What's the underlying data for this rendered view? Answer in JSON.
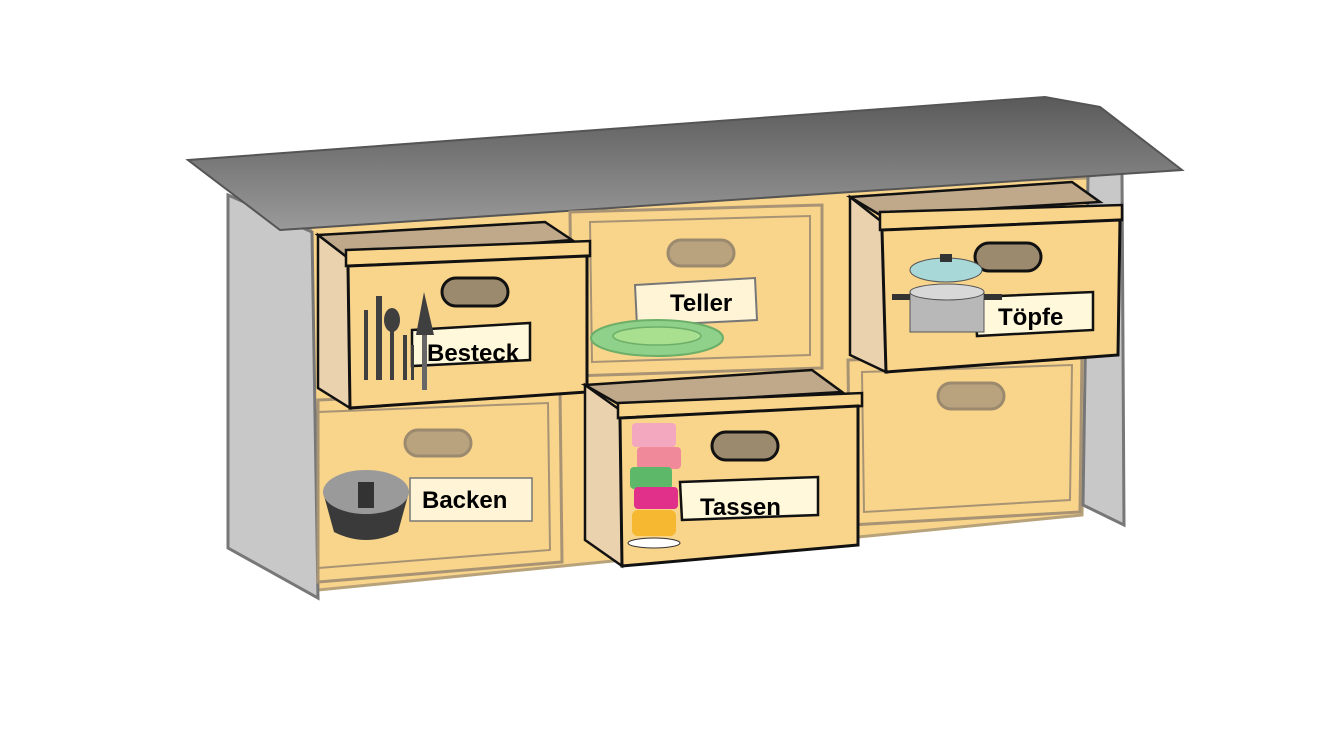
{
  "labels": {
    "besteck": "Besteck",
    "teller": "Teller",
    "toepfe": "Töpfe",
    "backen": "Backen",
    "tassen": "Tassen"
  },
  "colors": {
    "wood": "#F9D48B",
    "trim": "#9C8A6E",
    "roof": "#707070",
    "side": "#C8C8C8",
    "label_bg": "#FFF4D6",
    "plate": "#8FD08A"
  }
}
